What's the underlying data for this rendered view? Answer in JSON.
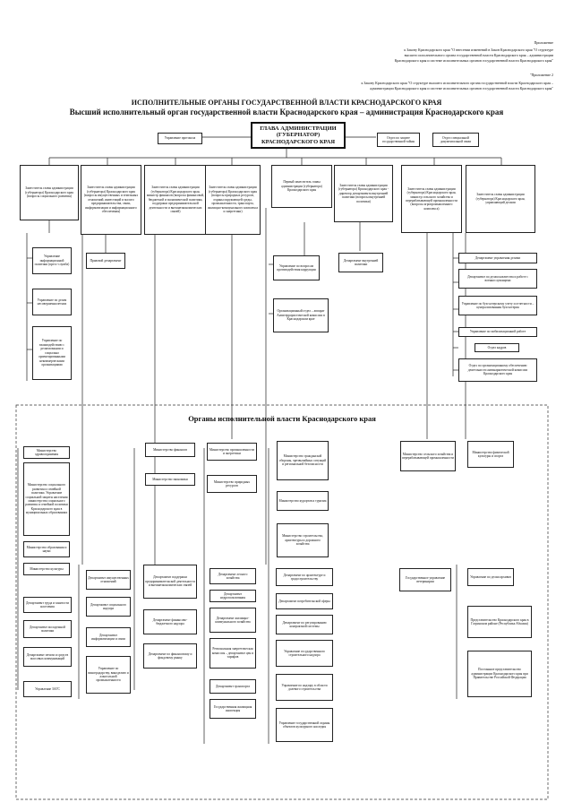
{
  "header": {
    "appendix": "Приложение",
    "law_line1": "к Закону Краснодарского края \"О внесении изменений в Закон Краснодарского края \"О структуре",
    "law_line2": "высшего исполнительного органа государственной власти Краснодарского края – администрации",
    "law_line3": "Краснодарского края и системе исполнительных органов государственной власти Краснодарского края\"",
    "appendix2": "\"Приложение 2",
    "law2_line1": "к Закону Краснодарского края \"О структуре высшего исполнительного органа государственной власти Краснодарского края –",
    "law2_line2": "администрации Краснодарского края и системе исполнительных органов государственной власти Краснодарского края\""
  },
  "titles": {
    "main": "ИСПОЛНИТЕЛЬНЫЕ ОРГАНЫ ГОСУДАРСТВЕННОЙ ВЛАСТИ КРАСНОДАРСКОГО КРАЯ",
    "sub": "Высший исполнительный орган государственной власти Краснодарского края – администрация Краснодарского края",
    "organs": "Органы исполнительной власти Краснодарского края"
  },
  "head_box": "ГЛАВА АДМИНИСТРАЦИИ (ГУБЕРНАТОР) КРАСНОДАРСКОГО КРАЯ",
  "top_left": "Управление протокола",
  "top_right1": "Отдел по защите государственной тайны",
  "top_right2": "Отдел специальной документальной связи",
  "deputies": [
    "Заместитель главы администрации (губернатора) Краснодарского края (вопросы социального развития)",
    "Заместитель главы администрации (губернатора) Краснодарского края (вопросы имущественных и земельных отношений, инвестиций и малого предпринимательства, связи, информатизации и информационного обеспечения)",
    "Заместитель главы администрации (губернатора) Краснодарского края, министр финансов (вопросы финансовой, бюджетной и экономической политики, поддержки предпринимательской деятельности и внешнеэкономических связей)",
    "Заместитель главы администрации (губернатора) Краснодарского края (вопросы природных ресурсов, охраны окружающей среды, промышленности, транспорта, жилищно-коммунального комплекса и энергетики)",
    "Первый заместитель главы администрации (губернатора) Краснодарского края",
    "Заместитель главы администрации (губернатора) Краснодарского края - директор департамента внутренней политики (вопросы внутренней политики)",
    "Заместитель главы администрации (губернатора) Краснодарского края, министр сельского хозяйства и перерабатывающей промышленности (вопросы агропромышленного комплекса)",
    "Заместитель главы администрации (губернатора) Краснодарского края, управляющий делами"
  ],
  "left_col": [
    "Управление информационной политики (пресс-служба)",
    "Управление по делам несовершеннолетних",
    "Управление по взаимодействию с религиозными и социально ориентированными некоммерческими организациями"
  ],
  "col2_top": "Правовой департамент",
  "col5_items": [
    "Управление по вопросам противодействия коррупции",
    "Организационный отдел – аппарат Антитеррористической комиссии в Краснодарском крае"
  ],
  "col6_top": "Департамент внутренней политики",
  "right_col": [
    "Департамент управления делами",
    "Департамент по делам казачества и работе с военнослужащими",
    "Управление по бухгалтерскому учету и отчетности – централизованная бухгалтерия",
    "Управление по мобилизационной работе",
    "Отдел кадров",
    "Отдел по организационному обеспечению деятельности антинаркотической комиссии Краснодарского края"
  ],
  "ministries": {
    "c1": [
      "Министерство здравоохранения",
      "Министерство социального развития и семейной политики. Управление социальной защиты населения министерства социального развития и семейной политики Краснодарского края в муниципальных образованиях",
      "Министерство образования и науки",
      "Министерство культуры"
    ],
    "c3": [
      "Министерство финансов",
      "Министерство экономики"
    ],
    "c4": [
      "Министерство промышленности и энергетики",
      "Министерство природных ресурсов"
    ],
    "c5": [
      "Министерство гражданской обороны, чрезвычайных ситуаций и региональной безопасности",
      "Министерство курортов и туризма",
      "Министерство строительства, архитектуры и дорожного хозяйства"
    ],
    "c7": [
      "Министерство сельского хозяйства и перерабатывающей промышленности"
    ],
    "c8": [
      "Министерство физической культуры и спорта"
    ]
  },
  "departments": {
    "c1": [
      "Департамент труда и занятости населения",
      "Департамент молодежной политики",
      "Департамент печати и средств массовых коммуникаций",
      "Управление ЗАГС"
    ],
    "c2": [
      "Департамент имущественных отношений",
      "Департамент социального надзора",
      "Департамент информатизации и связи",
      "Управление по виноградарству, виноделию и алкогольной промышленности"
    ],
    "c3": [
      "Департамент поддержки предпринимательской деятельности и внешнеэкономических связей",
      "Департамент финансово-бюджетного надзора",
      "Департамент по финансовому и фондовому рынку"
    ],
    "c4": [
      "Департамент лесного хозяйства",
      "Департамент недропользования",
      "Департамент жилищно-коммунального хозяйства",
      "Региональная энергетическая комиссия – департамент цен и тарифов",
      "Департамент транспорта",
      "Государственная жилищная инспекция"
    ],
    "c5": [
      "Департамент по архитектуре и градостроительству",
      "Департамент потребительской сферы",
      "Департамент по регулированию контрактной системы",
      "Управление государственного строительного надзора",
      "Управление по надзору в области долевого строительства",
      "Управление государственной охраны объектов культурного наследия"
    ],
    "c6": [
      "Государственное управление ветеринарии"
    ],
    "c8": [
      "Управление по делам архивов",
      "Представительство Краснодарского края в Гагринском районе (Республика Абхазия)",
      "Постоянное представительство администрации Краснодарского края при Правительстве Российской Федерации"
    ]
  }
}
